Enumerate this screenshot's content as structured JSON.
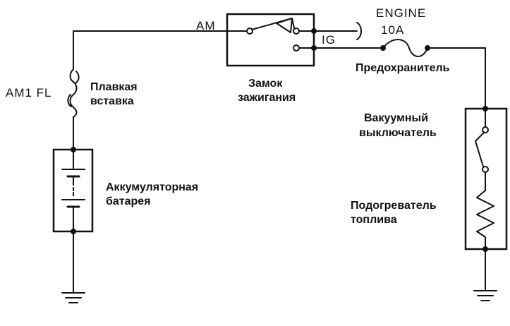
{
  "labels": {
    "am": "AM",
    "ig": "IG",
    "engine_line1": "ENGINE",
    "engine_line2": "10A",
    "am1_fl": "AM1 FL",
    "fusible_link_line1": "Плавкая",
    "fusible_link_line2": "вставка",
    "ignition_switch_line1": "Замок",
    "ignition_switch_line2": "зажигания",
    "fuse": "Предохранитель",
    "vacuum_switch_line1": "Вакуумный",
    "vacuum_switch_line2": "выключатель",
    "battery_line1": "Аккумуляторная",
    "battery_line2": "батарея",
    "heater_line1": "Подогреватель",
    "heater_line2": "топлива"
  }
}
